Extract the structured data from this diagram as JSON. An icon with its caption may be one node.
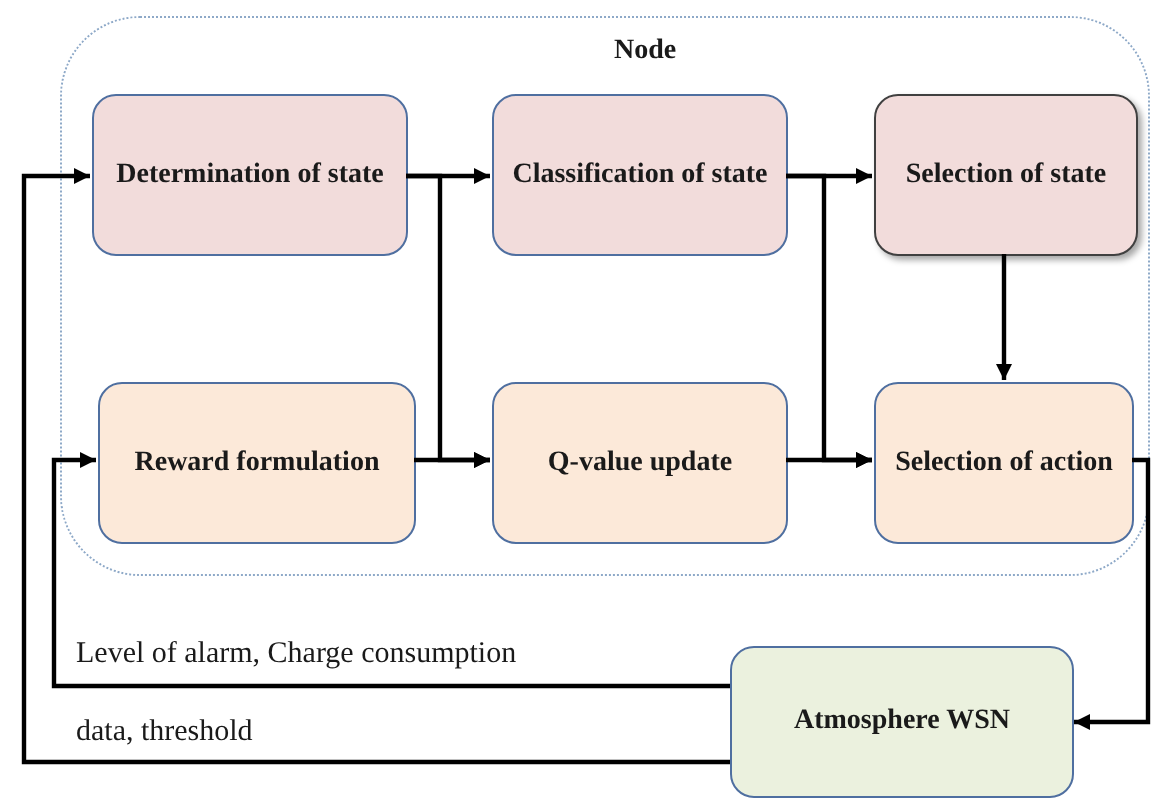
{
  "diagram": {
    "nodes": [
      {
        "text": [
          "Node"
        ]
      },
      {
        "text": [
          "Determination of state"
        ],
        "in": 0
      },
      {
        "text": [
          "Classification of state"
        ],
        "in": 0
      },
      {
        "text": [
          "Selection of state"
        ],
        "in": 0
      },
      {
        "text": [
          "Reward formulation"
        ],
        "in": 0
      },
      {
        "text": [
          "Q-value update"
        ],
        "in": 0
      },
      {
        "text": [
          "Selection of action"
        ],
        "in": 0
      },
      {
        "text": [
          "Atmosphere WSN"
        ]
      }
    ],
    "edges": [
      {
        "from": 1,
        "to": 2,
        "arrow": "to"
      },
      {
        "from": 1,
        "to": 5,
        "arrow": "to"
      },
      {
        "from": 4,
        "to": 5,
        "arrow": "to"
      },
      {
        "from": 2,
        "to": 3,
        "arrow": "to"
      },
      {
        "from": 2,
        "to": 6,
        "arrow": "to"
      },
      {
        "from": 5,
        "to": 6,
        "arrow": "to"
      },
      {
        "from": 3,
        "to": 6,
        "arrow": "to"
      },
      {
        "from": 6,
        "to": 7,
        "arrow": "to"
      },
      {
        "from": 7,
        "to": 4,
        "arrow": "to",
        "label": "Level of alarm, Charge consumption"
      },
      {
        "from": 7,
        "to": 1,
        "arrow": "to",
        "label": "data, threshold"
      }
    ]
  }
}
